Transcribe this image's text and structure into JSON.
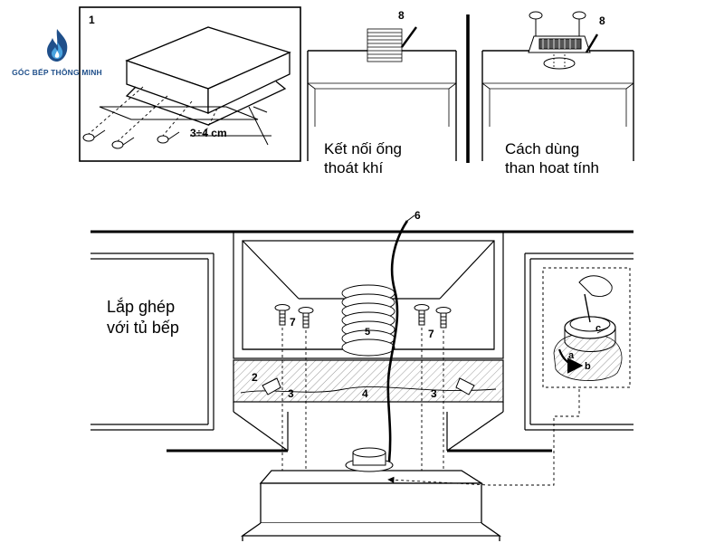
{
  "brand": {
    "name": "GÓC BẾP THÔNG MINH",
    "icon": "flame-icon",
    "colors": {
      "primary": "#1f4f8a",
      "accent": "#4aa3df"
    }
  },
  "panels": {
    "step1": {
      "number": "1",
      "measurement": "3÷4 cm"
    },
    "duct": {
      "callout": "8",
      "caption_line1": "Kết nối ống",
      "caption_line2": "thoát khí"
    },
    "charcoal": {
      "callout": "8",
      "caption_line1": "Cách dùng",
      "caption_line2": "than hoat tính"
    }
  },
  "main": {
    "caption_line1": "Lắp ghép",
    "caption_line2": "với tủ bếp",
    "callouts": {
      "cord": "6",
      "duct": "5",
      "screw_left": "7",
      "screw_right": "7",
      "bracket_left": "2",
      "hole_left": "3",
      "hole_right": "3",
      "strip": "4"
    },
    "filter_detail": {
      "a": "a",
      "b": "b",
      "c": "c"
    }
  }
}
